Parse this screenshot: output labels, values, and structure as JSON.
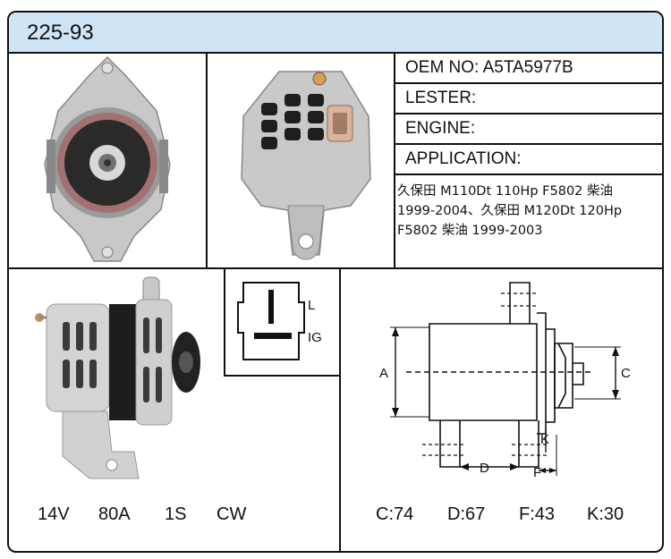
{
  "part_number": "225-93",
  "info": {
    "oem_label": "OEM NO:",
    "oem_value": "A5TA5977B",
    "lester_label": "LESTER:",
    "engine_label": "ENGINE:",
    "application_label": "APPLICATION:",
    "application_text": "久保田 M110Dt 110Hp F5802 柴油 1999-2004、久保田 M120Dt 120Hp F5802 柴油 1999-2003"
  },
  "specs": {
    "voltage": "14V",
    "amperage": "80A",
    "pulley": "1S",
    "rotation": "CW"
  },
  "wiring": {
    "terminal_l": "L",
    "terminal_ig": "IG"
  },
  "dimensions": {
    "labels": {
      "a": "A",
      "c": "C",
      "d": "D",
      "f": "F",
      "k": "K"
    },
    "c": "C:74",
    "d": "D:67",
    "f": "F:43",
    "k": "K:30"
  },
  "colors": {
    "title_bar": "#cfe5f6",
    "border": "#111111"
  }
}
